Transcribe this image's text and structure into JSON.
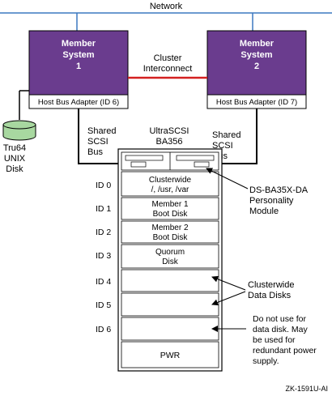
{
  "network": {
    "label": "Network"
  },
  "member1": {
    "line1": "Member",
    "line2": "System",
    "line3": "1",
    "adapter": "Host Bus Adapter (ID 6)"
  },
  "member2": {
    "line1": "Member",
    "line2": "System",
    "line3": "2",
    "adapter": "Host Bus Adapter (ID 7)"
  },
  "interconnect": {
    "line1": "Cluster",
    "line2": "Interconnect"
  },
  "disk": {
    "line1": "Tru64",
    "line2": "UNIX",
    "line3": "Disk"
  },
  "bus_left": {
    "line1": "Shared",
    "line2": "SCSI",
    "line3": "Bus"
  },
  "bus_right": {
    "line1": "Shared",
    "line2": "SCSI",
    "line3": "Bus"
  },
  "enclosure": {
    "line1": "UltraSCSI",
    "line2": "BA356"
  },
  "slots": [
    {
      "id": "ID 0",
      "text": [
        "Clusterwide",
        "/, /usr, /var"
      ]
    },
    {
      "id": "ID 1",
      "text": [
        "Member 1",
        "Boot Disk"
      ]
    },
    {
      "id": "ID 2",
      "text": [
        "Member 2",
        "Boot Disk"
      ]
    },
    {
      "id": "ID 3",
      "text": [
        "Quorum",
        "Disk"
      ]
    },
    {
      "id": "ID 4",
      "text": []
    },
    {
      "id": "ID 5",
      "text": []
    },
    {
      "id": "ID 6",
      "text": []
    },
    {
      "id": "",
      "text": [
        "PWR"
      ]
    }
  ],
  "callouts": {
    "personality": [
      "DS-BA35X-DA",
      "Personality",
      "Module"
    ],
    "data_disks": [
      "Clusterwide",
      "Data Disks"
    ],
    "do_not_use": [
      "Do not use for",
      "data disk.  May",
      "be used for",
      "redundant power",
      "supply."
    ]
  },
  "figure_id": "ZK-1591U-AI",
  "colors": {
    "network": "#3c78c0",
    "member_box": "#6a3c8e",
    "interconnect": "#d42020",
    "disk": "#a8d8a0"
  }
}
